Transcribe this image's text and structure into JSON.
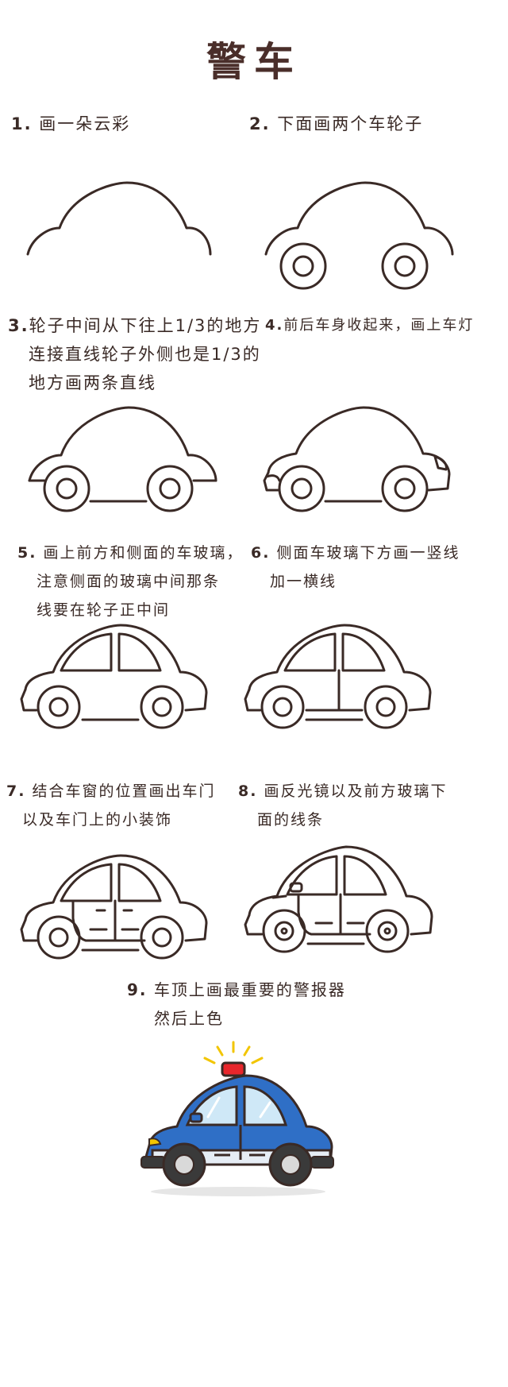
{
  "title": "警车",
  "steps": [
    {
      "num": "1.",
      "lines": [
        "画一朵云彩"
      ]
    },
    {
      "num": "2.",
      "lines": [
        "下面画两个车轮子"
      ]
    },
    {
      "num": "3.",
      "lines": [
        "轮子中间从下往上1/3的地方",
        "连接直线轮子外侧也是1/3的",
        "地方画两条直线"
      ]
    },
    {
      "num": "4.",
      "lines": [
        "前后车身收起来，画上车灯"
      ]
    },
    {
      "num": "5.",
      "lines": [
        "画上前方和侧面的车玻璃，",
        "注意侧面的玻璃中间那条",
        "线要在轮子正中间"
      ]
    },
    {
      "num": "6.",
      "lines": [
        "侧面车玻璃下方画一竖线",
        "加一横线"
      ]
    },
    {
      "num": "7.",
      "lines": [
        "结合车窗的位置画出车门",
        "以及车门上的小装饰"
      ]
    },
    {
      "num": "8.",
      "lines": [
        "画反光镜以及前方玻璃下",
        "面的线条"
      ]
    },
    {
      "num": "9.",
      "lines": [
        "车顶上画最重要的警报器",
        "然后上色"
      ]
    }
  ],
  "colors": {
    "line": "#3a2a26",
    "car_body": "#2f6fc6",
    "car_window": "#cfe8f7",
    "siren": "#e8262b",
    "wheel": "#3a3a3a"
  }
}
